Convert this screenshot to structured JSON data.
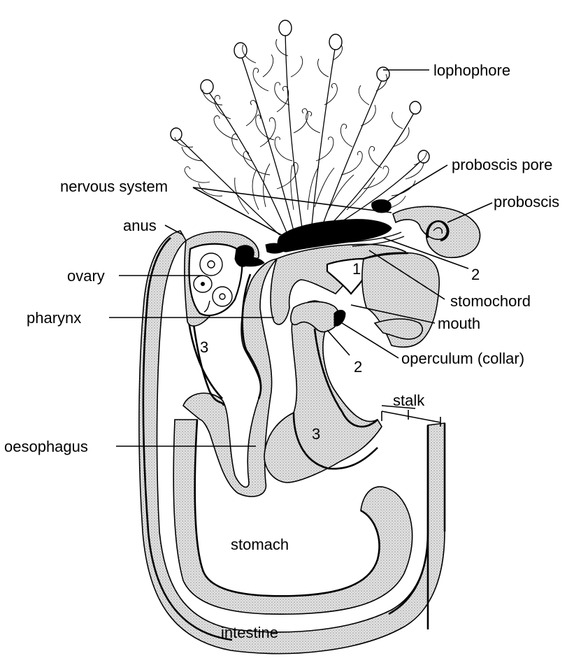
{
  "labels": {
    "lophophore": "lophophore",
    "proboscis_pore": "proboscis pore",
    "nervous_system": "nervous system",
    "proboscis": "proboscis",
    "anus": "anus",
    "ovary": "ovary",
    "pharynx": "pharynx",
    "stomochord": "stomochord",
    "mouth": "mouth",
    "operculum": "operculum (collar)",
    "stalk": "stalk",
    "oesophagus": "oesophagus",
    "stomach": "stomach",
    "intestine": "intestine"
  },
  "numbers": {
    "coelom_1": "1",
    "coelom_2_upper": "2",
    "coelom_2_lower": "2",
    "coelom_3_left": "3",
    "coelom_3_right": "3"
  },
  "colors": {
    "ink": "#000000",
    "stipple": "#d9d9d9",
    "paper": "#ffffff"
  }
}
